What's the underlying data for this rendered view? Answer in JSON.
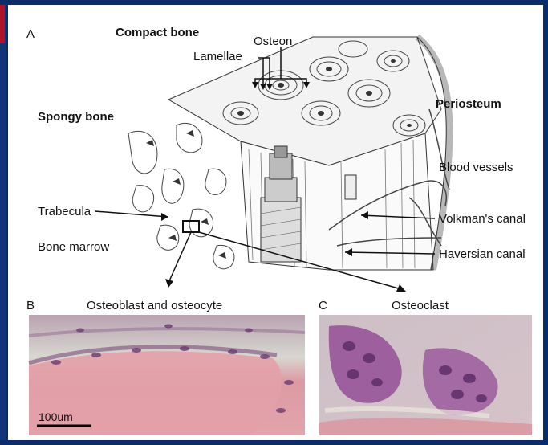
{
  "panel_a": {
    "letter": "A",
    "labels": {
      "compact_bone": "Compact bone",
      "osteon": "Osteon",
      "lamellae": "Lamellae",
      "spongy_bone": "Spongy bone",
      "periosteum": "Periosteum",
      "blood_vessels": "Blood vessels",
      "trabecula": "Trabecula",
      "volkmans_canal": "Volkman's canal",
      "bone_marrow": "Bone  marrow",
      "haversian_canal": "Haversian canal"
    }
  },
  "panel_b": {
    "letter": "B",
    "title": "Osteoblast and osteocyte",
    "scale_bar": "100um"
  },
  "panel_c": {
    "letter": "C",
    "title": "Osteoclast"
  },
  "colors": {
    "background": "#0b2c6b",
    "accent": "#b0122c",
    "panel": "#ffffff",
    "stain_pink": "#d98f9a",
    "stain_purple": "#8a4d8c"
  }
}
